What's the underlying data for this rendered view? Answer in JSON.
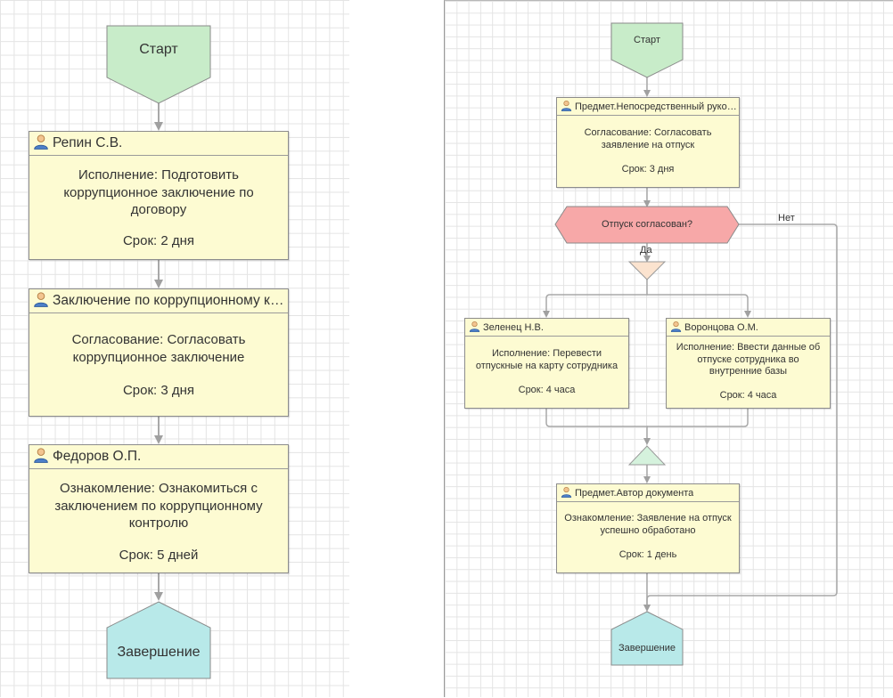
{
  "left_diagram": {
    "start": "Старт",
    "end": "Завершение",
    "tasks": [
      {
        "assignee": "Репин С.В.",
        "action": "Исполнение: Подготовить коррупционное заключение по договору",
        "deadline": "Срок: 2 дня"
      },
      {
        "assignee": "Заключение по коррупционному контрол...",
        "action": "Согласование: Согласовать коррупционное заключение",
        "deadline": "Срок: 3 дня"
      },
      {
        "assignee": "Федоров О.П.",
        "action": "Ознакомление: Ознакомиться с заключением по коррупционному контролю",
        "deadline": "Срок: 5 дней"
      }
    ]
  },
  "right_diagram": {
    "start": "Старт",
    "end": "Завершение",
    "approval_task": {
      "assignee": "Предмет.Непосредственный руководитель автора документ...",
      "action": "Согласование: Согласовать заявление на отпуск",
      "deadline": "Срок: 3 дня"
    },
    "condition": {
      "label": "Отпуск согласован?",
      "yes_label": "Да",
      "no_label": "Нет"
    },
    "parallel_tasks": [
      {
        "assignee": "Зеленец Н.В.",
        "action": "Исполнение: Перевести отпускные на карту сотрудника",
        "deadline": "Срок: 4 часа"
      },
      {
        "assignee": "Воронцова О.М.",
        "action": "Исполнение: Ввести данные об отпуске сотрудника во внутренние базы",
        "deadline": "Срок: 4 часа"
      }
    ],
    "notify_task": {
      "assignee": "Предмет.Автор документа",
      "action": "Ознакомление: Заявление на отпуск успешно обработано",
      "deadline": "Срок: 1 день"
    }
  },
  "colors": {
    "start": "#c8ecc9",
    "end": "#b8e9e9",
    "task": "#fdfbd2",
    "condition": "#f7a8a8",
    "split": "#fbe3cf",
    "join": "#d5f2dd",
    "connector": "#a8a8a8"
  }
}
